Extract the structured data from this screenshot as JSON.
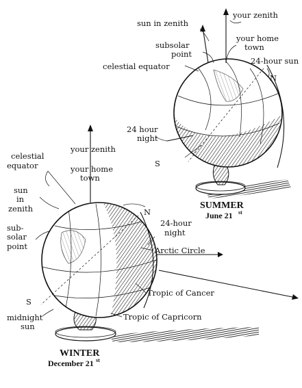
{
  "summer": {
    "labels": {
      "sun_in_zenith": "sun in zenith",
      "your_zenith": "your zenith",
      "subsolar_point_1": "subsolar",
      "subsolar_point_2": "point",
      "your_home_town_1": "your home",
      "your_home_town_2": "town",
      "celestial_equator": "celestial equator",
      "sun_24_hour": "24-hour sun",
      "north": "N",
      "night_24_hour_1": "24 hour",
      "night_24_hour_2": "night",
      "south": "S"
    },
    "caption": "SUMMER",
    "date": "June 21",
    "date_suffix": "st"
  },
  "winter": {
    "labels": {
      "celestial_equator_1": "celestial",
      "celestial_equator_2": "equator",
      "your_zenith": "your zenith",
      "your_home_town_1": "your home",
      "your_home_town_2": "town",
      "sun_in_zenith_1": "sun",
      "sun_in_zenith_2": "in",
      "sun_in_zenith_3": "zenith",
      "subsolar_point_1": "sub-",
      "subsolar_point_2": "solar",
      "subsolar_point_3": "point",
      "north": "N",
      "night_24_hour_1": "24-hour",
      "night_24_hour_2": "night",
      "arctic_circle": "Arctic Circle",
      "tropic_of_cancer": "Tropic of Cancer",
      "tropic_of_capricorn": "Tropic of Capricorn",
      "south": "S",
      "midnight_sun_1": "midnight",
      "midnight_sun_2": "sun"
    },
    "caption": "WINTER",
    "date": "December 21",
    "date_suffix": "st"
  }
}
